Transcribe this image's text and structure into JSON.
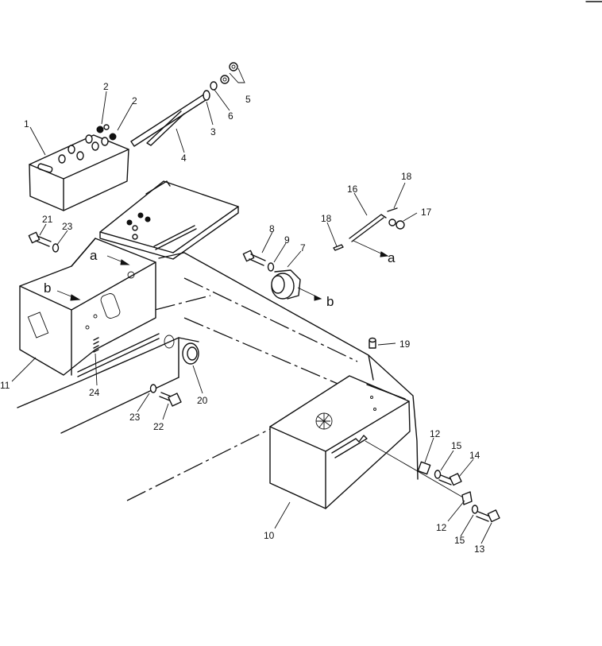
{
  "callouts": {
    "c1": "1",
    "c2a": "2",
    "c2b": "2",
    "c3": "3",
    "c4": "4",
    "c5": "5",
    "c6": "6",
    "c7": "7",
    "c8": "8",
    "c9": "9",
    "c10": "10",
    "c11": "11",
    "c12a": "12",
    "c12b": "12",
    "c13": "13",
    "c14": "14",
    "c15a": "15",
    "c15b": "15",
    "c16": "16",
    "c17": "17",
    "c18a": "18",
    "c18b": "18",
    "c19": "19",
    "c20": "20",
    "c21": "21",
    "c22": "22",
    "c23a": "23",
    "c23b": "23",
    "c24": "24"
  },
  "view_refs": {
    "a_box": "a",
    "b_box": "b",
    "a_arrow": "a",
    "b_arrow": "b"
  }
}
